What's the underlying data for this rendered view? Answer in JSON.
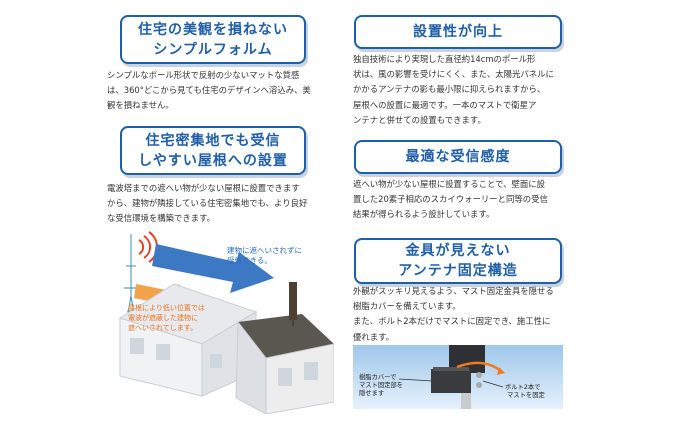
{
  "left": {
    "block1": {
      "title_lines": [
        "住宅の美観を損ねない",
        "シンプルフォルム"
      ],
      "body_lines": [
        "シンプルなポール形状で反射の少ないマットな質感",
        "は、360°どこから見ても住宅のデザインへ溶込み、美",
        "観を損ねません。"
      ]
    },
    "block2": {
      "title_lines": [
        "住宅密集地でも受信",
        "しやすい屋根への設置"
      ],
      "body_lines": [
        "電波塔までの遮へい物が少ない屋根に設置できます",
        "から、建物が隣接している住宅密集地でも、より良好",
        "な受信環境を構築できます。"
      ]
    },
    "illustration": {
      "label_right": [
        "建物に遮へいされずに",
        "受信できる。"
      ],
      "label_left": [
        "屋根により低い位置では",
        "電波が遮蔽した建物に",
        "遮へいされてします。"
      ]
    }
  },
  "right": {
    "block1": {
      "title_lines": [
        "設置性が向上"
      ],
      "body_lines": [
        "独自技術により実現した直径約14cmのポール形",
        "状は、風の影響を受けにくく、また、太陽光パネルに",
        "かかるアンテナの影も最小限に抑えられますから、",
        "屋根への設置に最適です。一本のマストで衛星ア",
        "ンテナと併せての設置もできます。"
      ]
    },
    "block2": {
      "title_lines": [
        "最適な受信感度"
      ],
      "body_lines": [
        "遮へい物が少ない屋根に設置することで、壁面に設",
        "置した20素子相応のスカイウォーリーと同等の受信",
        "結果が得られるよう設計しています。"
      ]
    },
    "block3": {
      "title_lines": [
        "金具が見えない",
        "アンテナ固定構造"
      ],
      "body_lines": [
        "外観がスッキリ見えるよう、マスト固定金具を隠せる",
        "樹脂カバーを備えています。",
        "また、ボルト2本だけでマストに固定でき、施工性に",
        "優れます。"
      ]
    },
    "photo": {
      "label_left": [
        "樹脂カバーで",
        "マスト固定部を",
        "隠せます"
      ],
      "label_right": [
        "ボルト2本で",
        "マストを固定"
      ]
    }
  },
  "colors": {
    "accent": "#1f5ea8",
    "arrow_blue": "#3d78c4",
    "arrow_orange": "#f3a24a"
  }
}
